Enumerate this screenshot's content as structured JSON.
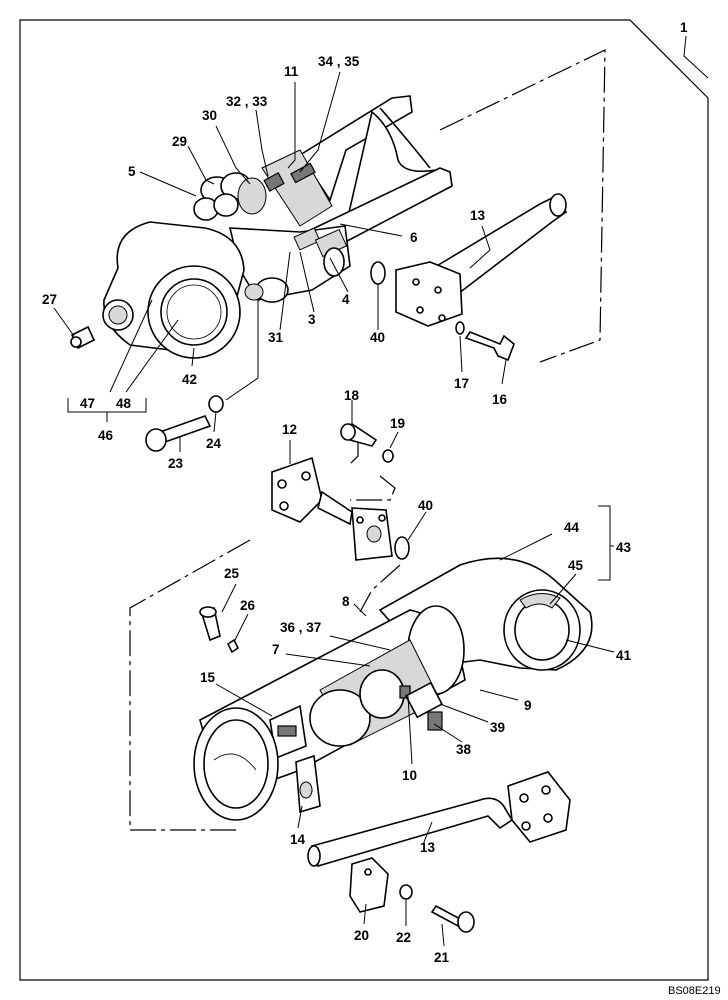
{
  "diagram": {
    "reference_code": "BS08E219",
    "callouts": {
      "c1": "1",
      "c3": "3",
      "c4": "4",
      "c5": "5",
      "c6": "6",
      "c7": "7",
      "c8": "8",
      "c9": "9",
      "c10": "10",
      "c11": "11",
      "c12": "12",
      "c13a": "13",
      "c13b": "13",
      "c14": "14",
      "c15": "15",
      "c16": "16",
      "c17": "17",
      "c18": "18",
      "c19": "19",
      "c20": "20",
      "c21": "21",
      "c22": "22",
      "c23": "23",
      "c24": "24",
      "c25": "25",
      "c26": "26",
      "c27": "27",
      "c29": "29",
      "c30": "30",
      "c31": "31",
      "c3233": "32 , 33",
      "c3435": "34 , 35",
      "c3637": "36 , 37",
      "c38": "38",
      "c39": "39",
      "c40a": "40",
      "c40b": "40",
      "c41": "41",
      "c42": "42",
      "c43": "43",
      "c44": "44",
      "c45": "45",
      "c46": "46",
      "c47": "47",
      "c48": "48"
    }
  }
}
